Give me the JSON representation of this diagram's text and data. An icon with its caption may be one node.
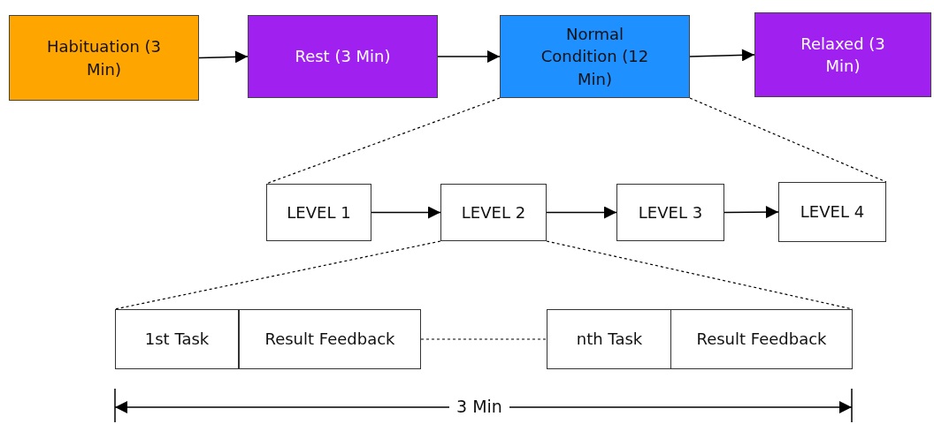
{
  "diagram": {
    "nodes": [
      {
        "text": [
          "Habituation (3 Min)"
        ]
      },
      {
        "text": [
          "Rest (3 Min)"
        ]
      },
      {
        "text": [
          "Normal Condition (12 Min)"
        ]
      },
      {
        "text": [
          "Relaxed (3 Min)"
        ]
      },
      {
        "text": [
          "LEVEL 1"
        ]
      },
      {
        "text": [
          "LEVEL 2"
        ]
      },
      {
        "text": [
          "LEVEL 3"
        ]
      },
      {
        "text": [
          "LEVEL 4"
        ]
      },
      {
        "text": [
          "1st Task"
        ]
      },
      {
        "text": [
          "Result Feedback"
        ]
      },
      {
        "text": [
          "nth Task"
        ]
      },
      {
        "text": [
          "Result Feedback"
        ]
      }
    ],
    "edges": [
      {
        "from": 0,
        "to": 1,
        "arrow": "to"
      },
      {
        "from": 1,
        "to": 2,
        "arrow": "to"
      },
      {
        "from": 2,
        "to": 3,
        "arrow": "to"
      },
      {
        "from": 2,
        "to": 4,
        "arrow": "none",
        "style": "dashed"
      },
      {
        "from": 2,
        "to": 7,
        "arrow": "none",
        "style": "dashed"
      },
      {
        "from": 4,
        "to": 5,
        "arrow": "to"
      },
      {
        "from": 5,
        "to": 6,
        "arrow": "to"
      },
      {
        "from": 6,
        "to": 7,
        "arrow": "to"
      },
      {
        "from": 5,
        "to": 8,
        "arrow": "none",
        "style": "dashed"
      },
      {
        "from": 5,
        "to": 11,
        "arrow": "none",
        "style": "dashed"
      },
      {
        "from": 9,
        "to": 10,
        "arrow": "none",
        "style": "dashed"
      }
    ],
    "labels": [
      "3 Min"
    ]
  }
}
